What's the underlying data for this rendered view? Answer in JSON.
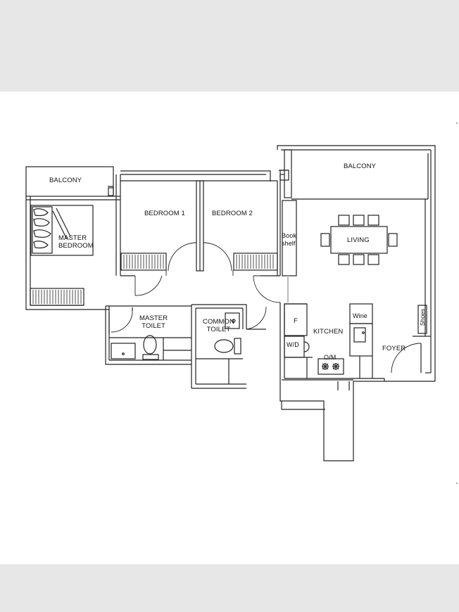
{
  "labels": {
    "balcony_left": "BALCONY",
    "balcony_right": "BALCONY",
    "master_bedroom_line1": "MASTER",
    "master_bedroom_line2": "BEDROOM",
    "bedroom1": "BEDROOM 1",
    "bedroom2": "BEDROOM 2",
    "bookshelf_line1": "Book",
    "bookshelf_line2": "shelf",
    "living": "LIVING",
    "master_toilet_line1": "MASTER",
    "master_toilet_line2": "TOILET",
    "common_toilet_line1": "COMMON",
    "common_toilet_line2": "TOILET",
    "fridge": "F",
    "kitchen": "KITCHEN",
    "wine": "Wine",
    "shoes": "Shoes",
    "washer_dryer": "W/D",
    "oven_microwave": "O/M",
    "foyer": "FOYER"
  },
  "colors": {
    "page_background": "#e7e7e7",
    "sheet_background": "#ffffff",
    "line": "#222222"
  }
}
